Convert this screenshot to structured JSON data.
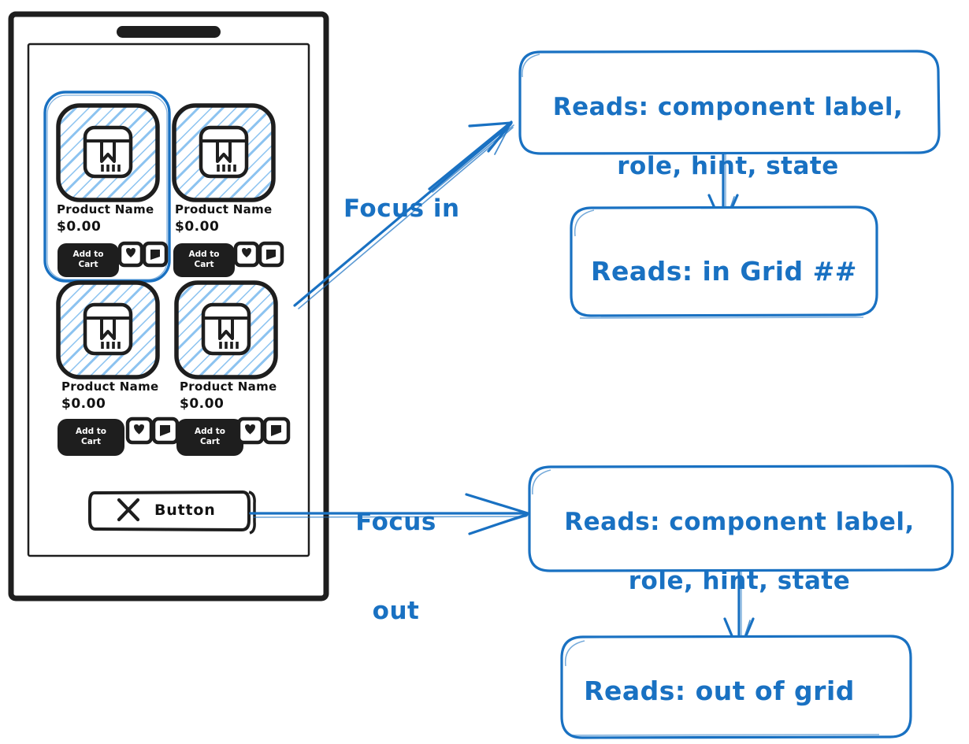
{
  "diagram": {
    "title": "Focus navigation reading order for product grid",
    "accent_color": "#1971c2",
    "ink_color": "#1e1e1e",
    "hatch_color": "#8cc3f0"
  },
  "phone": {
    "name": "phone-mockup",
    "speaker_bar": "speaker-bar",
    "grid": {
      "label": "product-grid",
      "focused_index": 0,
      "cards": [
        {
          "image_alt": "package-placeholder",
          "name": "Product Name",
          "price": "$0.00",
          "cta": "Add to\nCart",
          "cta_line1": "Add to",
          "cta_line2": "Cart",
          "fav_icon": "heart-icon",
          "share_icon": "share-icon",
          "focused": true
        },
        {
          "image_alt": "package-placeholder",
          "name": "Product Name",
          "price": "$0.00",
          "cta": "Add to\nCart",
          "cta_line1": "Add to",
          "cta_line2": "Cart",
          "fav_icon": "heart-icon",
          "share_icon": "share-icon",
          "focused": false
        },
        {
          "image_alt": "package-placeholder",
          "name": "Product Name",
          "price": "$0.00",
          "cta": "Add to\nCart",
          "cta_line1": "Add to",
          "cta_line2": "Cart",
          "fav_icon": "heart-icon",
          "share_icon": "share-icon",
          "focused": false
        },
        {
          "image_alt": "package-placeholder",
          "name": "Product Name",
          "price": "$0.00",
          "cta": "Add to\nCart",
          "cta_line1": "Add to",
          "cta_line2": "Cart",
          "fav_icon": "heart-icon",
          "share_icon": "share-icon",
          "focused": false
        }
      ]
    },
    "footer_button": {
      "icon": "close-x-icon",
      "label": "Button"
    }
  },
  "edges": {
    "focus_in_label": "Focus in",
    "focus_out_label": "Focus\nout",
    "focus_out_line1": "Focus",
    "focus_out_line2": "out"
  },
  "notes": {
    "top_reads": "Reads: component label,\nrole, hint, state",
    "top_reads_line1": "Reads: component label,",
    "top_reads_line2": "role, hint, state",
    "in_grid": "Reads: in Grid ##",
    "bottom_reads": "Reads: component label,\nrole, hint, state",
    "bottom_reads_line1": "Reads: component label,",
    "bottom_reads_line2": "role, hint, state",
    "out_of_grid": "Reads: out of grid"
  }
}
